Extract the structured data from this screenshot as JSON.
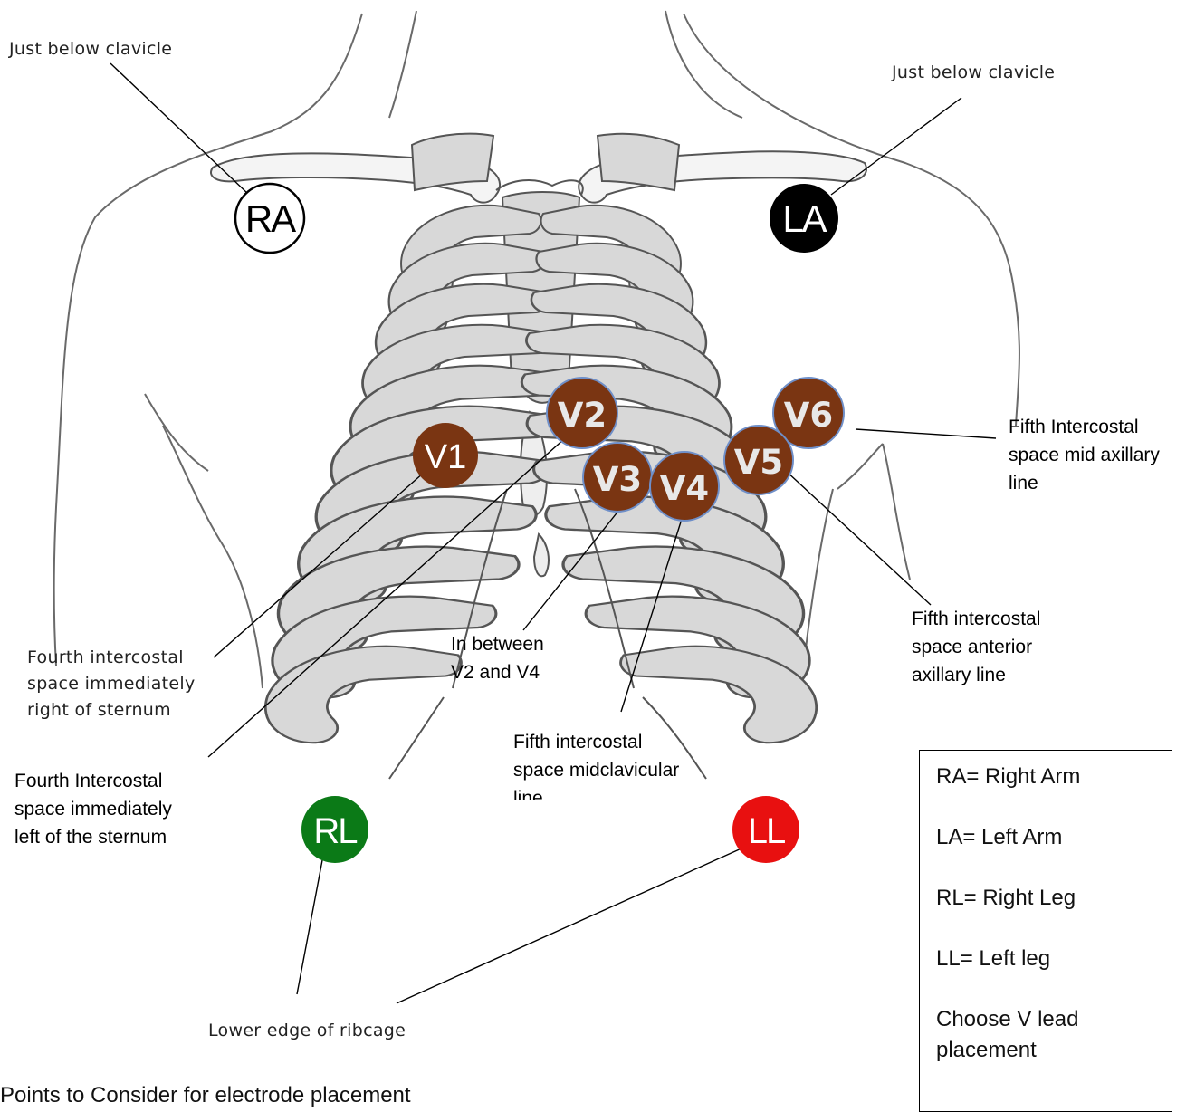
{
  "electrodes": {
    "ra": "RA",
    "la": "LA",
    "rl": "RL",
    "ll": "LL",
    "v1": "V1",
    "v2": "V2",
    "v3": "V3",
    "v4": "V4",
    "v5": "V5",
    "v6": "V6"
  },
  "colors": {
    "precordial": "#7a3512",
    "precordial_border": "#6f8fc8",
    "ra_fill": "#ffffff",
    "la_fill": "#000000",
    "rl_fill": "#0b7a17",
    "ll_fill": "#e81010",
    "ribs": "#d8d8d8",
    "outline": "#555555"
  },
  "annotations": {
    "ra": "Just below clavicle",
    "la": "Just below clavicle",
    "v1": [
      "Fourth intercostal",
      "space immediately",
      "right of sternum"
    ],
    "v2": [
      "Fourth Intercostal",
      "space immediately",
      "left of the sternum"
    ],
    "v3": [
      "In between",
      "V2 and V4"
    ],
    "v4": [
      "Fifth intercostal",
      "space midclavicular",
      "line"
    ],
    "v5": [
      "Fifth intercostal",
      "space anterior",
      "axillary line"
    ],
    "v6": [
      "Fifth Intercostal",
      "space mid axillary",
      "line"
    ],
    "legs": "Lower edge of ribcage"
  },
  "key": {
    "ra": "RA= Right Arm",
    "la": "LA= Left Arm",
    "rl": "RL= Right Leg",
    "ll": "LL= Left leg",
    "instruction": "Choose V lead placement"
  },
  "footer": "Points to Consider for electrode placement"
}
